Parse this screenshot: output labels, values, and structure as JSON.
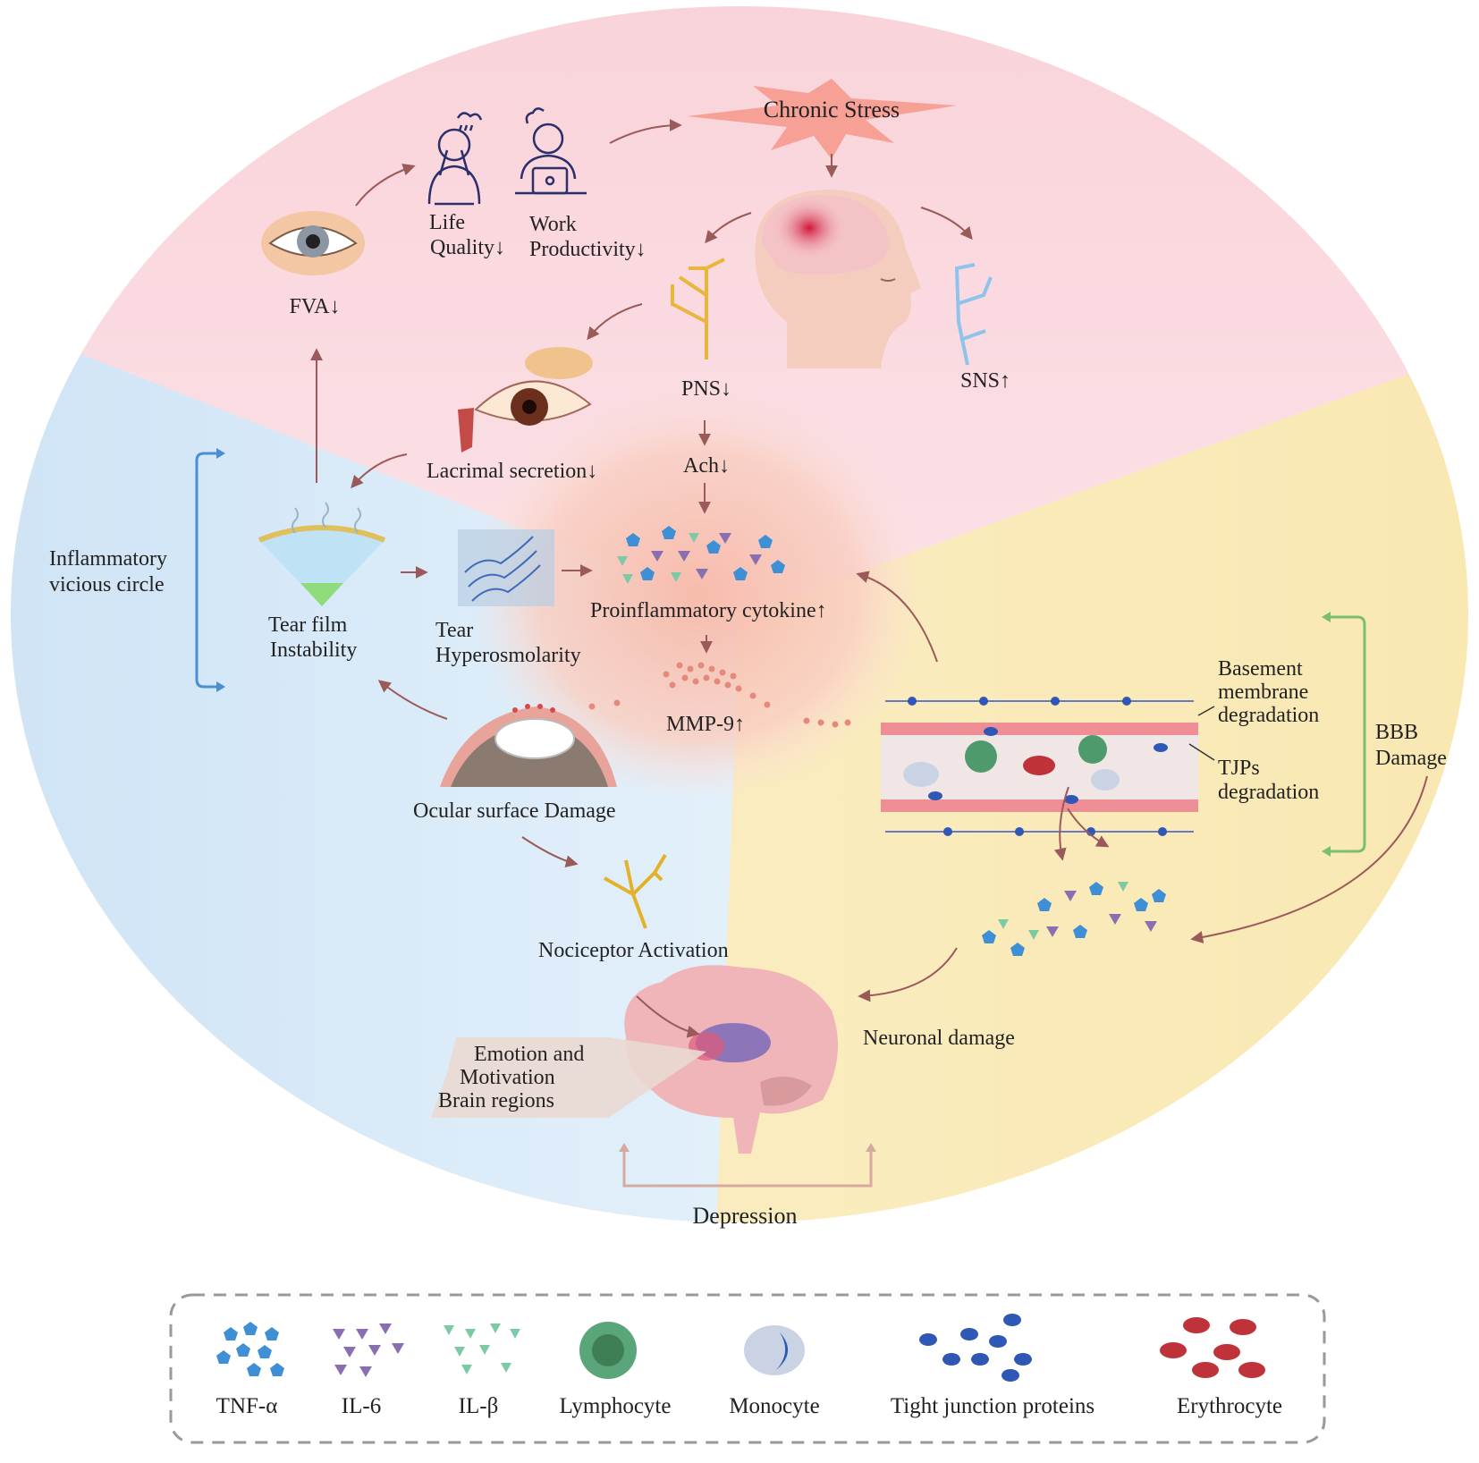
{
  "colors": {
    "stress_sector": "#fbdde3",
    "eye_sector": "#d6e9f7",
    "brain_sector": "#fbeec0",
    "center_glow": "#f8c9bd",
    "arrow": "#9a5a5a",
    "bracket_blue": "#4a8fd6",
    "bracket_green": "#7cbf6a",
    "tnf": "#3f8fd6",
    "il6": "#8a6fb0",
    "il_beta": "#7dc9a4",
    "lymphocyte": "#4f9a6c",
    "monocyte": "#c9d3e4",
    "tjp": "#2f57b5",
    "erythrocyte": "#c0323a"
  },
  "labels": {
    "chronic_stress": "Chronic Stress",
    "life_quality_1": "Life",
    "life_quality_2": "Quality↓",
    "work_productivity_1": "Work",
    "work_productivity_2": "Productivity↓",
    "fva": "FVA↓",
    "pns": "PNS↓",
    "sns": "SNS↑",
    "lacrimal": "Lacrimal secretion↓",
    "ach": "Ach↓",
    "inflam_circle_1": "Inflammatory",
    "inflam_circle_2": "vicious circle",
    "tear_film_1": "Tear film",
    "tear_film_2": "Instability",
    "tear_hyper_1": "Tear",
    "tear_hyper_2": "Hyperosmolarity",
    "proinflam": "Proinflammatory cytokine↑",
    "mmp9": "MMP-9↑",
    "basement_1": "Basement",
    "basement_2": "membrane",
    "basement_3": "degradation",
    "tjps_1": "TJPs",
    "tjps_2": "degradation",
    "bbb_1": "BBB",
    "bbb_2": "Damage",
    "ocular": "Ocular surface Damage",
    "nociceptor": "Nociceptor Activation",
    "neuronal": "Neuronal damage",
    "emotion_1": "Emotion and",
    "emotion_2": "Motivation",
    "emotion_3": "Brain regions",
    "depression": "Depression"
  },
  "legend": [
    {
      "label": "TNF-α",
      "icon": "tnf-alpha-pentagons-icon"
    },
    {
      "label": "IL-6",
      "icon": "il-6-triangles-icon"
    },
    {
      "label": "IL-β",
      "icon": "il-beta-triangles-icon"
    },
    {
      "label": "Lymphocyte",
      "icon": "lymphocyte-cell-icon"
    },
    {
      "label": "Monocyte",
      "icon": "monocyte-cell-icon"
    },
    {
      "label": "Tight junction proteins",
      "icon": "tight-junction-ovals-icon"
    },
    {
      "label": "Erythrocyte",
      "icon": "erythrocyte-cells-icon"
    }
  ]
}
